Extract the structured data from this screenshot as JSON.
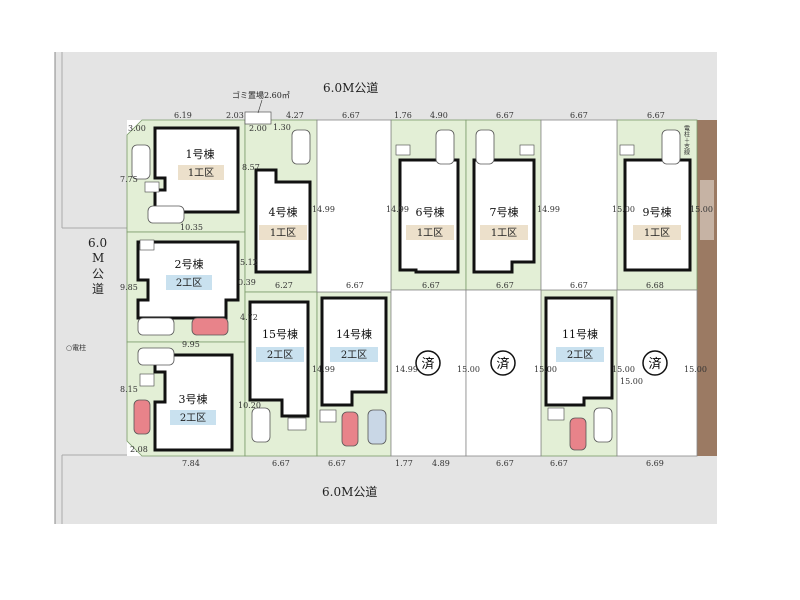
{
  "roads": {
    "top": "6.0M公道",
    "bottom": "6.0M公道",
    "left_width": "6.0",
    "left_unit": "M",
    "left_kind": "公道",
    "left_pole": "○電柱",
    "right_pole": "電柱＋支線"
  },
  "garbage": "ゴミ置場2.60㎡",
  "sold_mark": "済",
  "houses": [
    {
      "id": "h1",
      "label": "1号棟",
      "zone": "1工区"
    },
    {
      "id": "h2",
      "label": "2号棟",
      "zone": "2工区"
    },
    {
      "id": "h3",
      "label": "3号棟",
      "zone": "2工区"
    },
    {
      "id": "h4",
      "label": "4号棟",
      "zone": "1工区"
    },
    {
      "id": "h6",
      "label": "6号棟",
      "zone": "1工区"
    },
    {
      "id": "h7",
      "label": "7号棟",
      "zone": "1工区"
    },
    {
      "id": "h9",
      "label": "9号棟",
      "zone": "1工区"
    },
    {
      "id": "h15",
      "label": "15号棟",
      "zone": "2工区"
    },
    {
      "id": "h14",
      "label": "14号棟",
      "zone": "2工区"
    },
    {
      "id": "h11",
      "label": "11号棟",
      "zone": "2工区"
    }
  ],
  "dims": {
    "t_300": "3.00",
    "t_619": "6.19",
    "t_203": "2.03",
    "t_427": "4.27",
    "t_667a": "6.67",
    "t_176": "1.76",
    "t_490": "4.90",
    "t_667b": "6.67",
    "t_667c": "6.67",
    "t_667d": "6.67",
    "t_200": "2.00",
    "v_775": "7.75",
    "v_1035": "10.35",
    "v_512": "5.12",
    "v_039": "0.39",
    "v_985": "9.85",
    "v_995": "9.95",
    "v_472": "4.72",
    "v_815": "8.15",
    "v_1020": "10.20",
    "v_208": "2.08",
    "v_1499a": "14.99",
    "v_1499b": "14.99",
    "v_1499c": "14.99",
    "v_1500": "15.00",
    "v_1500b": "15.00",
    "v_857": "8.57",
    "v_130": "1.30",
    "m_627": "6.27",
    "m_667a": "6.67",
    "m_667b": "6.67",
    "m_667c": "6.67",
    "m_667d": "6.67",
    "m_668": "6.68",
    "r_1499a": "14.99",
    "r_1499b": "14.99",
    "r_1500a": "15.00",
    "r_1500b": "15.00",
    "r_1500c": "15.00",
    "r_1500d": "15.00",
    "r_1500e": "15.00",
    "b_784": "7.84",
    "b_667a": "6.67",
    "b_667b": "6.67",
    "b_177": "1.77",
    "b_489": "4.89",
    "b_667c": "6.67",
    "b_667d": "6.67",
    "b_669": "6.69"
  },
  "colors": {
    "lot_green": "#e3efd6",
    "zone1": "#ece0cb",
    "zone2": "#c9e1ef",
    "road": "#e6e6e6",
    "car_red": "#e8838a",
    "car_gray": "#ffffff"
  }
}
